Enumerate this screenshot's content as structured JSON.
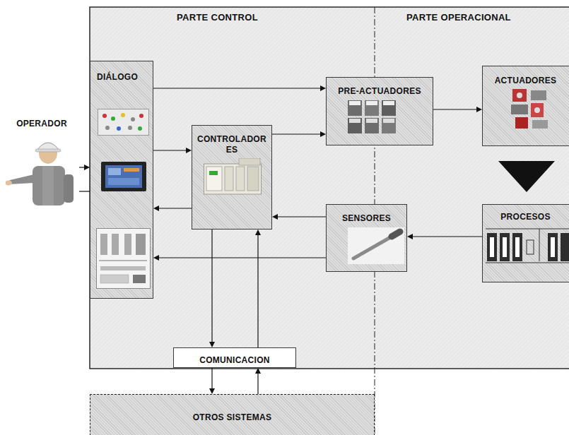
{
  "diagram": {
    "nodes": [
      {
        "text": [
          "OPERADOR"
        ]
      },
      {
        "text": [
          "DIÁLOGO"
        ]
      },
      {
        "text": [
          "CONTROLADOR ES"
        ]
      },
      {
        "text": [
          "PRE-ACTUADORES"
        ]
      },
      {
        "text": [
          "ACTUADORES"
        ]
      },
      {
        "text": [
          "PROCESOS"
        ]
      },
      {
        "text": [
          "SENSORES"
        ]
      },
      {
        "text": [
          "COMUNICACION"
        ]
      },
      {
        "text": [
          "OTROS SISTEMAS"
        ]
      }
    ],
    "edges": [
      {
        "from": 0,
        "to": 1,
        "arrow": "to"
      },
      {
        "from": 0,
        "to": 1,
        "arrow": "none"
      },
      {
        "from": 1,
        "to": 3,
        "arrow": "to"
      },
      {
        "from": 1,
        "to": 2,
        "arrow": "to"
      },
      {
        "from": 2,
        "to": 3,
        "arrow": "to"
      },
      {
        "from": 2,
        "to": 1,
        "arrow": "to"
      },
      {
        "from": 6,
        "to": 2,
        "arrow": "to"
      },
      {
        "from": 6,
        "to": 1,
        "arrow": "to"
      },
      {
        "from": 3,
        "to": 4,
        "arrow": "to"
      },
      {
        "from": 4,
        "to": 5,
        "arrow": "to"
      },
      {
        "from": 5,
        "to": 6,
        "arrow": "to"
      },
      {
        "from": 2,
        "to": 7,
        "arrow": "to"
      },
      {
        "from": 7,
        "to": 2,
        "arrow": "to"
      },
      {
        "from": 7,
        "to": 8,
        "arrow": "to"
      },
      {
        "from": 8,
        "to": 7,
        "arrow": "to"
      }
    ],
    "labels": [
      "PARTE CONTROL",
      "PARTE OPERACIONAL"
    ]
  }
}
